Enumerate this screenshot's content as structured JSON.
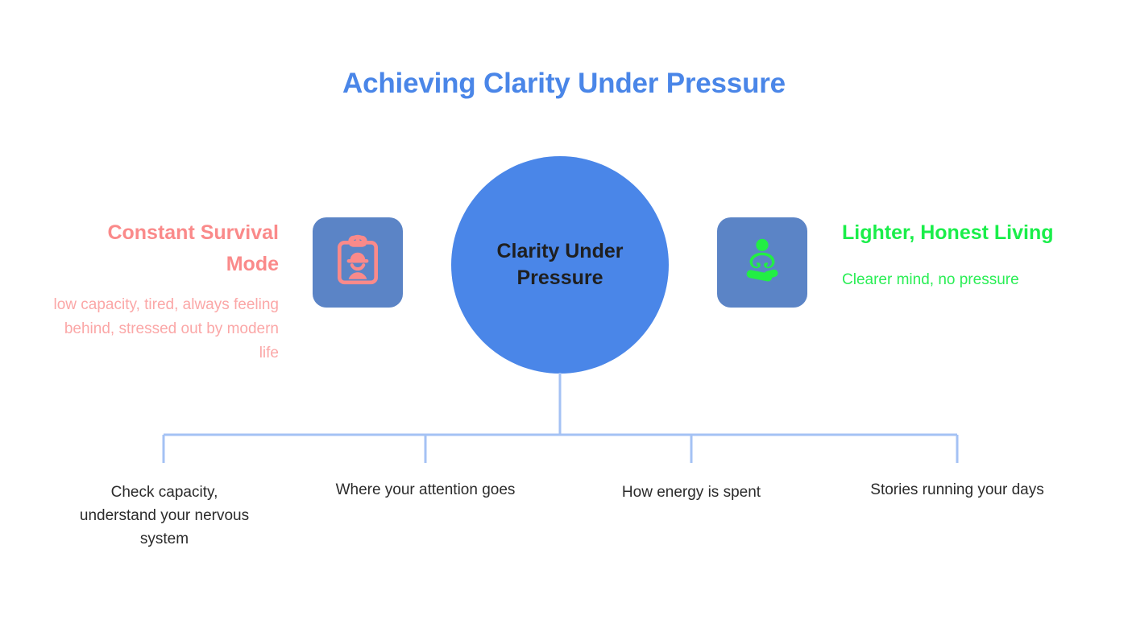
{
  "title": "Achieving Clarity Under Pressure",
  "colors": {
    "title": "#4a86e8",
    "center_circle": "#4a86e8",
    "center_text": "#1f1f1f",
    "icon_tile": "#5b84c6",
    "left_accent": "#fa8a8a",
    "left_desc": "#fba7a7",
    "right_accent": "#1aee4a",
    "right_desc": "#2aee55",
    "connector": "#a4c2f4",
    "branch_text": "#2b2b2b",
    "background": "#ffffff"
  },
  "center": {
    "label": "Clarity Under Pressure"
  },
  "left": {
    "heading": "Constant Survival Mode",
    "description": "low capacity, tired, always feeling behind, stressed out by modern life",
    "icon": "clipboard-worker-icon"
  },
  "right": {
    "heading": "Lighter, Honest Living",
    "description": "Clearer mind, no pressure",
    "icon": "meditating-person-icon"
  },
  "branches": [
    {
      "label": "Check capacity, understand your nervous system"
    },
    {
      "label": "Where your attention goes"
    },
    {
      "label": "How energy is spent"
    },
    {
      "label": "Stories running your days"
    }
  ]
}
